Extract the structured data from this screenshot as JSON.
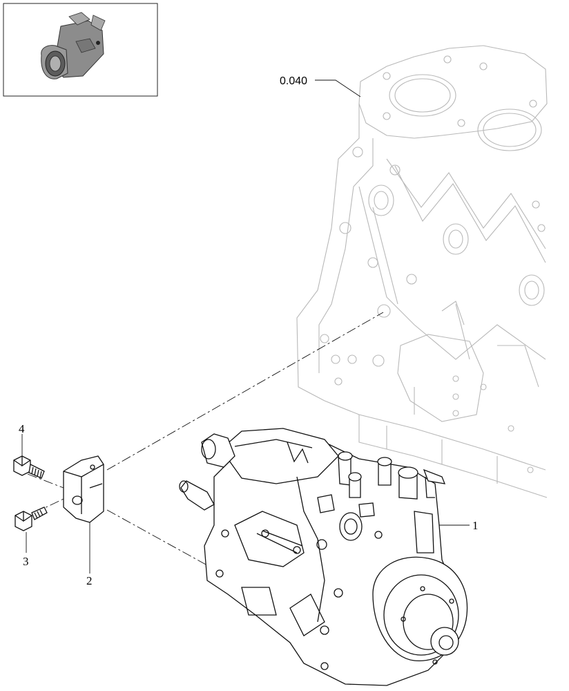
{
  "thumbnail": {
    "icon": "injection-pump-assembly-icon"
  },
  "reference": {
    "code": "0.040"
  },
  "callouts": [
    {
      "id": "1",
      "label": "1"
    },
    {
      "id": "2",
      "label": "2"
    },
    {
      "id": "3",
      "label": "3"
    },
    {
      "id": "4",
      "label": "4"
    }
  ],
  "parts": [
    {
      "name": "engine-block",
      "icon": "engine-block-icon"
    },
    {
      "name": "fuel-injection-pump",
      "icon": "fuel-injection-pump-icon"
    },
    {
      "name": "bracket",
      "icon": "bracket-icon"
    },
    {
      "name": "bolt",
      "icon": "bolt-icon"
    }
  ]
}
